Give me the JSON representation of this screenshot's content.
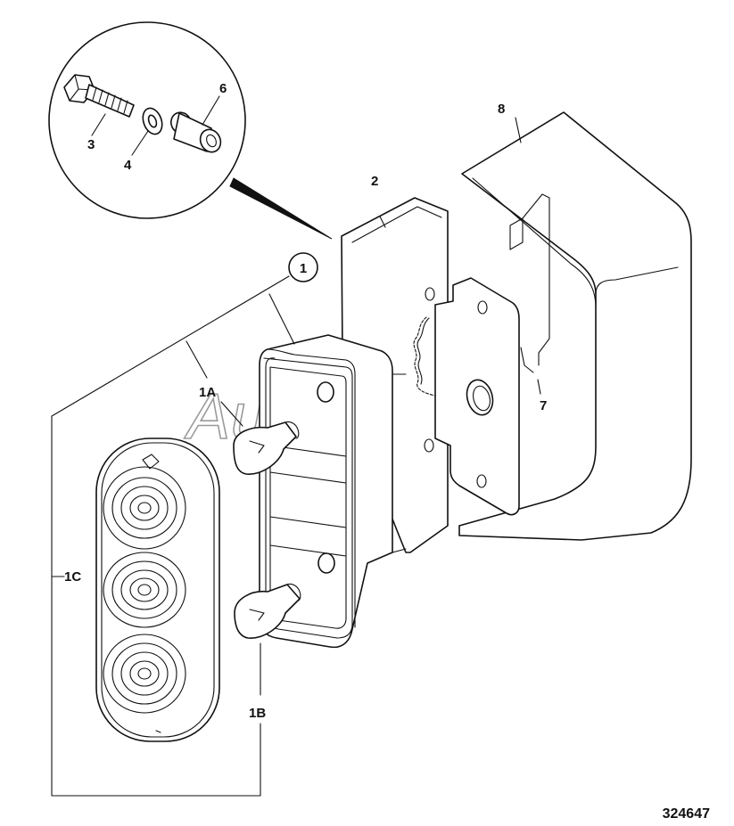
{
  "labels": {
    "item_1": "1",
    "item_1A": "1A",
    "item_1B": "1B",
    "item_1C": "1C",
    "item_2": "2",
    "item_3": "3",
    "item_4": "4",
    "item_6": "6",
    "item_7": "7",
    "item_8": "8"
  },
  "reference_number": "324647",
  "watermark": "AutoSoft"
}
